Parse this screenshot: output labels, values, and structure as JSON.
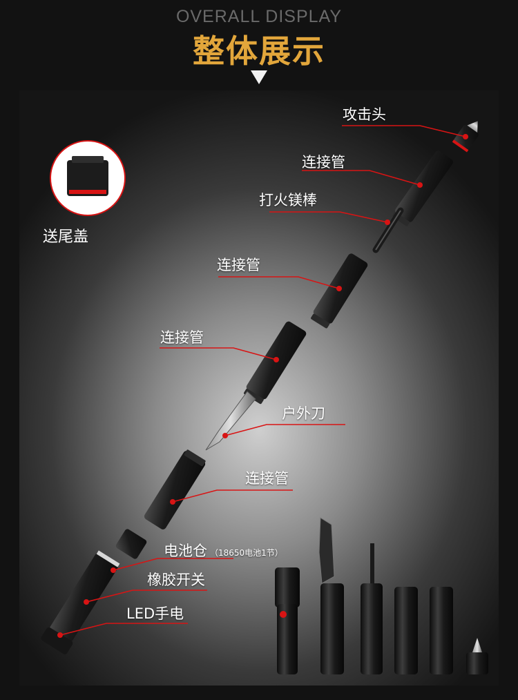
{
  "header": {
    "en_title": "OVERALL DISPLAY",
    "cn_title": "整体展示"
  },
  "inset": {
    "label": "送尾盖"
  },
  "labels": {
    "attack_head": "攻击头",
    "tube1": "连接管",
    "fire_rod": "打火镁棒",
    "tube2": "连接管",
    "tube3": "连接管",
    "knife": "户外刀",
    "tube4": "连接管",
    "battery": "电池仓",
    "battery_note": "（18650电池1节）",
    "switch": "橡胶开关",
    "flashlight": "LED手电"
  },
  "colors": {
    "title_gold": "#e2a63b",
    "leader_red": "#d81414",
    "metal": "#1f1f1f"
  }
}
